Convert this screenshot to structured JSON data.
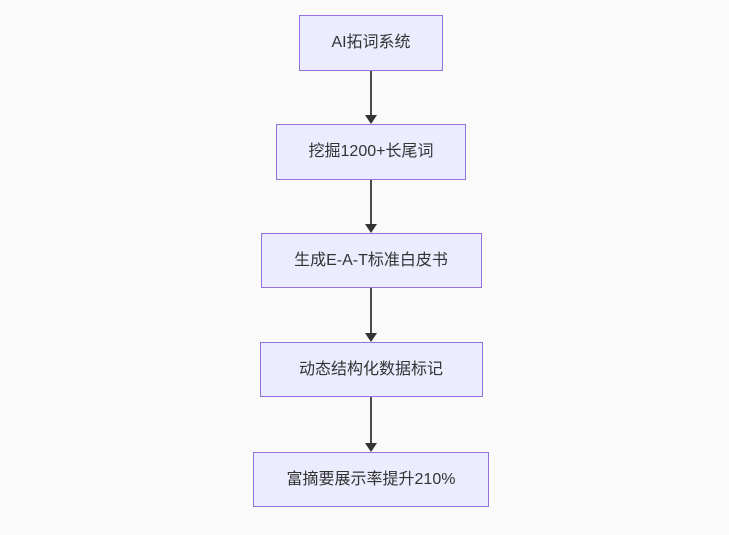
{
  "diagram": {
    "type": "flowchart",
    "direction": "top-down",
    "nodes": [
      {
        "id": "step-1",
        "label": "AI拓词系统"
      },
      {
        "id": "step-2",
        "label": "挖掘1200+长尾词"
      },
      {
        "id": "step-3",
        "label": "生成E-A-T标准白皮书"
      },
      {
        "id": "step-4",
        "label": "动态结构化数据标记"
      },
      {
        "id": "step-5",
        "label": "富摘要展示率提升210%"
      }
    ],
    "edges": [
      {
        "from": "step-1",
        "to": "step-2",
        "style": "arrow-down"
      },
      {
        "from": "step-2",
        "to": "step-3",
        "style": "arrow-down"
      },
      {
        "from": "step-3",
        "to": "step-4",
        "style": "arrow-down"
      },
      {
        "from": "step-4",
        "to": "step-5",
        "style": "arrow-down"
      }
    ],
    "colors": {
      "node_fill": "#ececff",
      "node_border": "#9370db",
      "text": "#333333",
      "arrow": "#333333",
      "background": "#fafafa"
    }
  }
}
